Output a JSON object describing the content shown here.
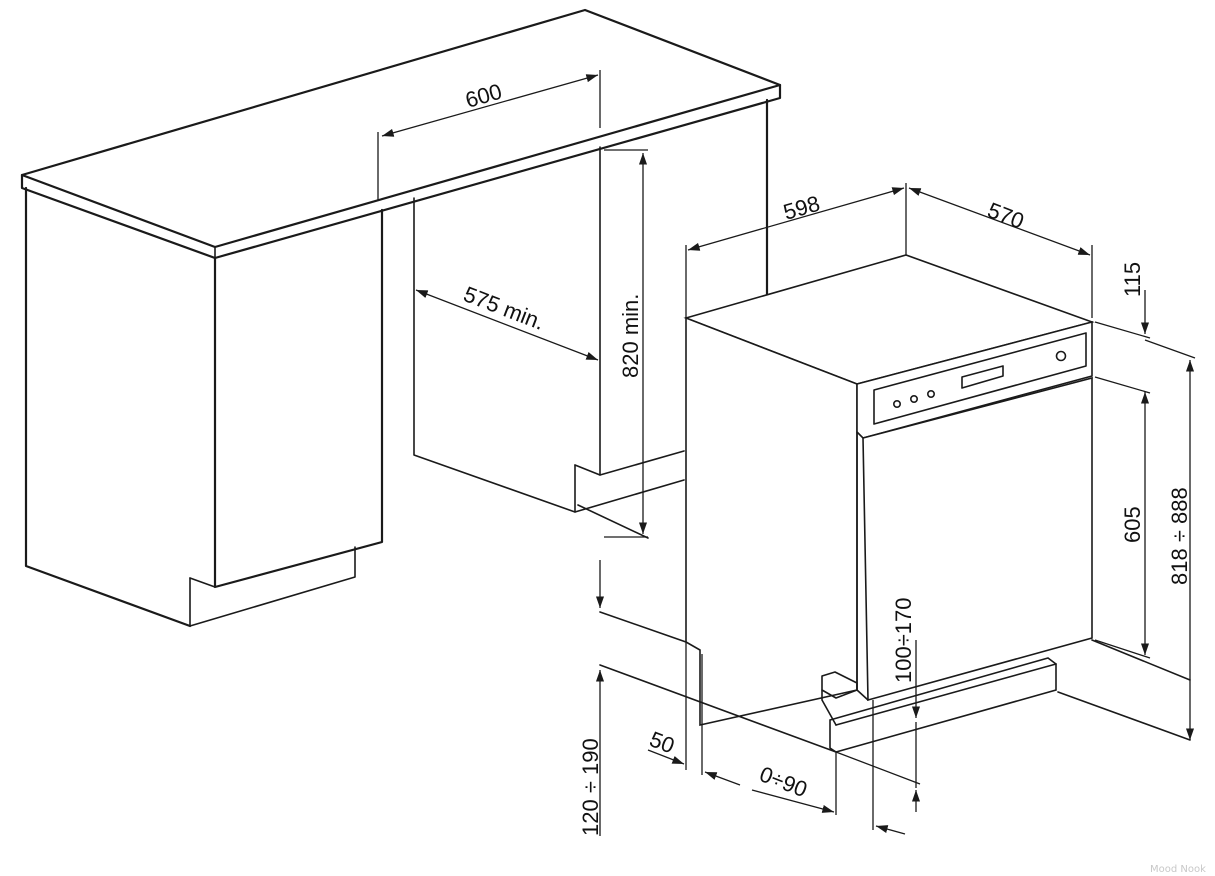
{
  "dimensions": {
    "opening_width": "600",
    "opening_depth": "575 min.",
    "opening_height": "820 min.",
    "appliance_width": "598",
    "appliance_depth": "570",
    "control_panel_height": "115",
    "door_panel_height": "605",
    "total_height_range": "818 ÷ 888",
    "plinth_gap_range": "100÷170",
    "plinth_height_range": "120 ÷ 190",
    "plinth_setback": "50",
    "plinth_offset_range": "0÷90"
  },
  "watermark": "Mood Nook",
  "colors": {
    "line": "#1a1a1a",
    "background": "#ffffff"
  }
}
